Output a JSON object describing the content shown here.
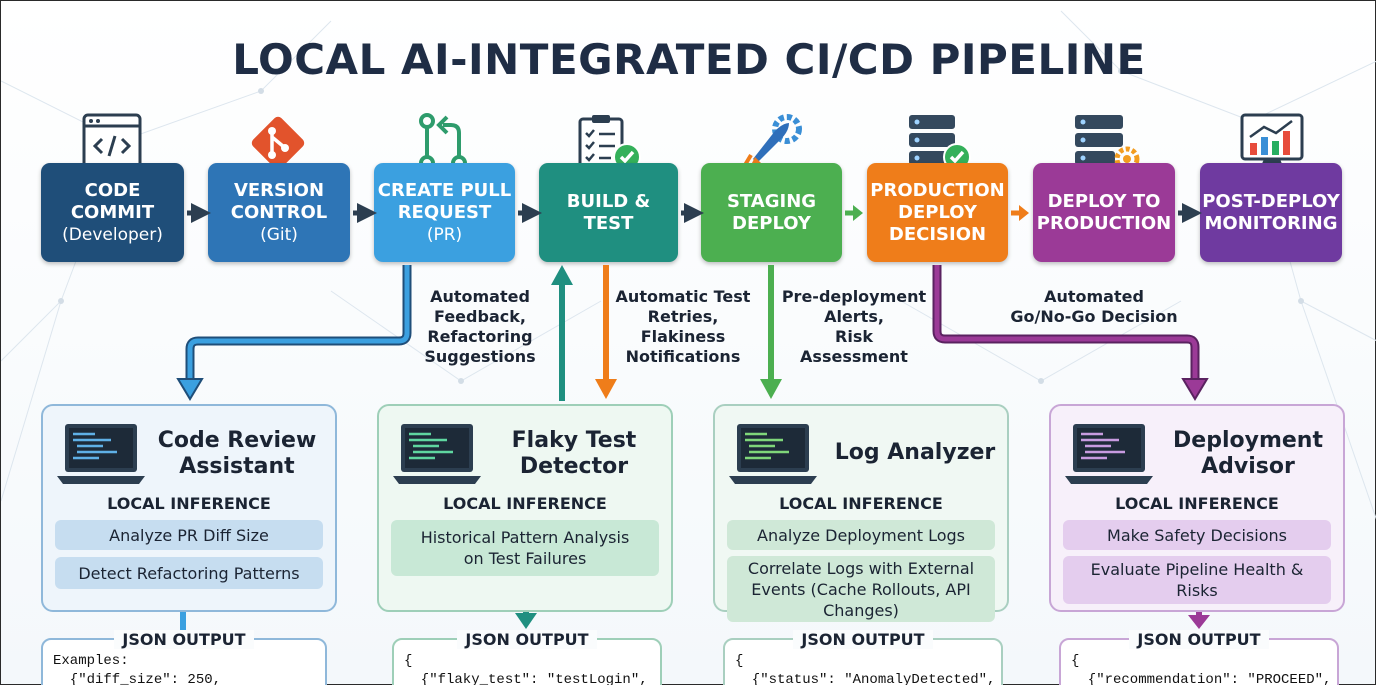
{
  "title": "LOCAL AI-INTEGRATED CI/CD PIPELINE",
  "stages": [
    {
      "line1": "CODE",
      "line2": "COMMIT",
      "sub": "(Developer)",
      "icon": "code-window-icon"
    },
    {
      "line1": "VERSION",
      "line2": "CONTROL",
      "sub": "(Git)",
      "icon": "git-icon"
    },
    {
      "line1": "CREATE PULL",
      "line2": "REQUEST",
      "sub": "(PR)",
      "icon": "pull-request-icon"
    },
    {
      "line1": "BUILD &",
      "line2": "TEST",
      "sub": "",
      "icon": "checklist-icon"
    },
    {
      "line1": "STAGING",
      "line2": "DEPLOY",
      "sub": "",
      "icon": "rocket-icon"
    },
    {
      "line1": "PRODUCTION",
      "line2": "DEPLOY",
      "line3": "DECISION",
      "icon": "server-check-icon"
    },
    {
      "line1": "DEPLOY TO",
      "line2": "PRODUCTION",
      "sub": "",
      "icon": "server-gear-icon"
    },
    {
      "line1": "POST-DEPLOY",
      "line2": "MONITORING",
      "sub": "",
      "icon": "monitor-chart-icon"
    }
  ],
  "flow_labels": [
    {
      "line1": "Automated",
      "line2": "Feedback,",
      "line3": "Refactoring",
      "line4": "Suggestions"
    },
    {
      "line1": "Automatic Test",
      "line2": "Retries,",
      "line3": "Flakiness",
      "line4": "Notifications"
    },
    {
      "line1": "Pre-deployment",
      "line2": "Alerts,",
      "line3": "Risk",
      "line4": "Assessment"
    },
    {
      "line1": "Automated",
      "line2": "Go/No-Go Decision"
    }
  ],
  "panels": [
    {
      "title1": "Code Review",
      "title2": "Assistant",
      "inference": "LOCAL INFERENCE",
      "items": [
        "Analyze PR Diff Size",
        "Detect Refactoring Patterns"
      ]
    },
    {
      "title1": "Flaky Test",
      "title2": "Detector",
      "inference": "LOCAL INFERENCE",
      "items": [
        "Historical Pattern Analysis on Test Failures"
      ]
    },
    {
      "title1": "Log Analyzer",
      "title2": "",
      "inference": "LOCAL INFERENCE",
      "items": [
        "Analyze Deployment Logs",
        "Correlate Logs with External Events (Cache Rollouts, API Changes)"
      ]
    },
    {
      "title1": "Deployment",
      "title2": "Advisor",
      "inference": "LOCAL INFERENCE",
      "items": [
        "Make Safety Decisions",
        "Evaluate Pipeline Health & Risks"
      ]
    }
  ],
  "json_outputs": [
    {
      "heading": "JSON OUTPUT",
      "line1": "Examples:",
      "line2": "  {\"diff_size\": 250,"
    },
    {
      "heading": "JSON OUTPUT",
      "line1": "{",
      "line2": "  {\"flaky_test\": \"testLogin\","
    },
    {
      "heading": "JSON OUTPUT",
      "line1": "{",
      "line2": "  {\"status\": \"AnomalyDetected\","
    },
    {
      "heading": "JSON OUTPUT",
      "line1": "{",
      "line2": "  {\"recommendation\": \"PROCEED\","
    }
  ],
  "colors": {
    "code_commit": "#1f4e79",
    "version_control": "#2e75b6",
    "pull_request": "#3ba0e0",
    "build_test": "#1f8f80",
    "staging": "#4caf50",
    "decision": "#ef7d1a",
    "deploy": "#9b3a97",
    "monitoring": "#6f3aa0"
  }
}
